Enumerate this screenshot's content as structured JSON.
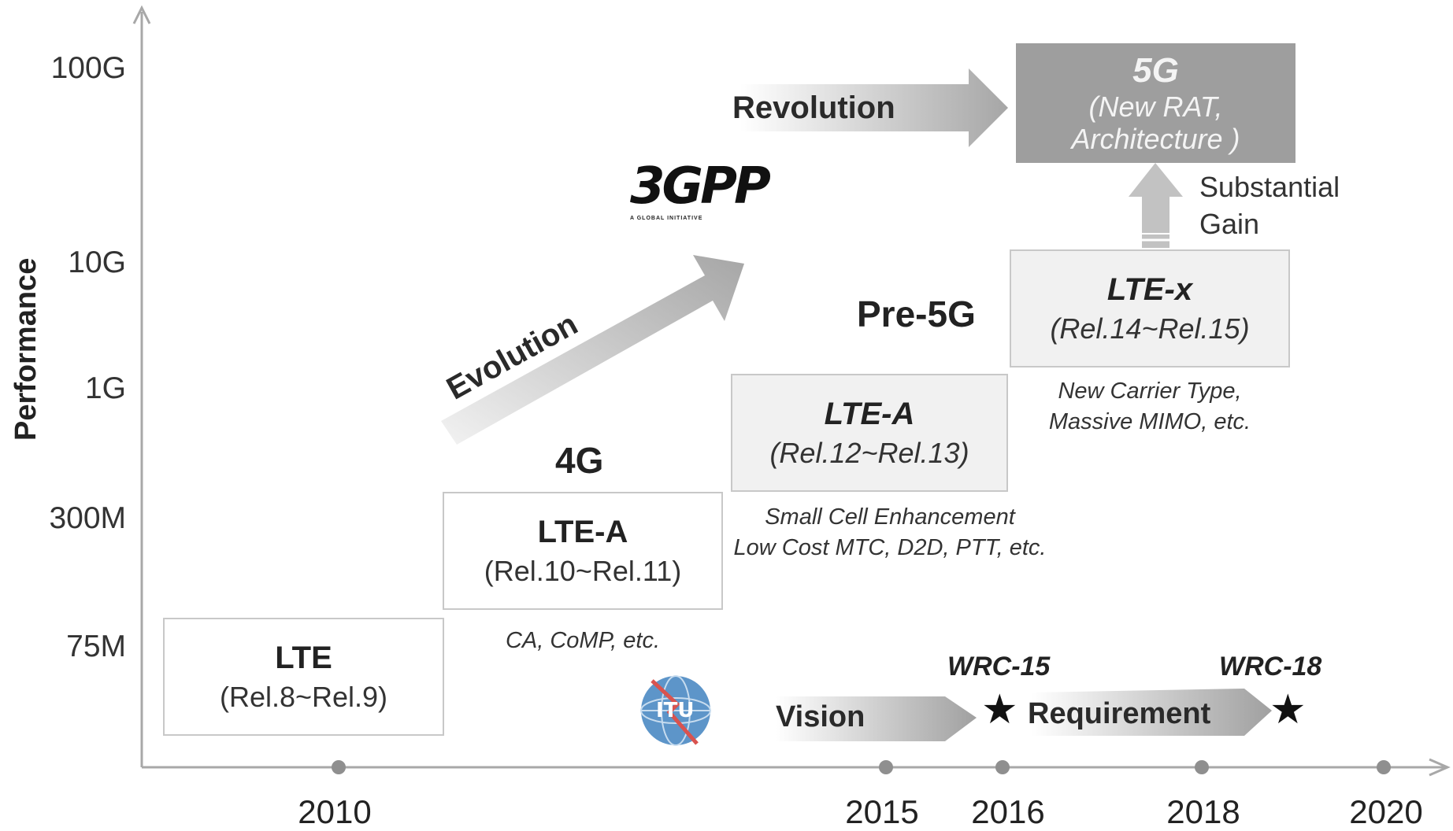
{
  "y_axis": {
    "label": "Performance",
    "ticks": [
      "100G",
      "10G",
      "1G",
      "300M",
      "75M"
    ]
  },
  "x_axis": {
    "ticks": [
      "2010",
      "2015",
      "2016",
      "2018",
      "2020"
    ]
  },
  "boxes": {
    "lte": {
      "title": "LTE",
      "release": "(Rel.8~Rel.9)"
    },
    "lte_a_4g": {
      "title": "LTE-A",
      "release": "(Rel.10~Rel.11)",
      "note": "CA, CoMP, etc."
    },
    "lte_a_pre": {
      "title": "LTE-A",
      "release": "(Rel.12~Rel.13)",
      "note_line1": "Small Cell Enhancement",
      "note_line2": "Low Cost MTC, D2D, PTT, etc."
    },
    "lte_x": {
      "title": "LTE-x",
      "release": "(Rel.14~Rel.15)",
      "note_line1": "New Carrier Type,",
      "note_line2": "Massive MIMO, etc."
    },
    "g5": {
      "title": "5G",
      "line1": "(New RAT,",
      "line2": "Architecture )"
    }
  },
  "stages": {
    "g4": "4G",
    "pre5g": "Pre-5G"
  },
  "arrows": {
    "evolution": "Evolution",
    "revolution": "Revolution",
    "vision": "Vision",
    "requirement": "Requirement",
    "gain_line1": "Substantial",
    "gain_line2": "Gain"
  },
  "milestones": {
    "wrc15": "WRC-15",
    "wrc18": "WRC-18",
    "star": "★"
  },
  "logos": {
    "three_gpp": "3GPP",
    "three_gpp_sub": "A GLOBAL INITIATIVE",
    "itu": "ITU"
  },
  "colors": {
    "axis": "#a8a8a8",
    "arrow_dark": "#a9a9a9",
    "arrow_light": "#eeeeee",
    "box_5g": "#9e9e9e"
  }
}
